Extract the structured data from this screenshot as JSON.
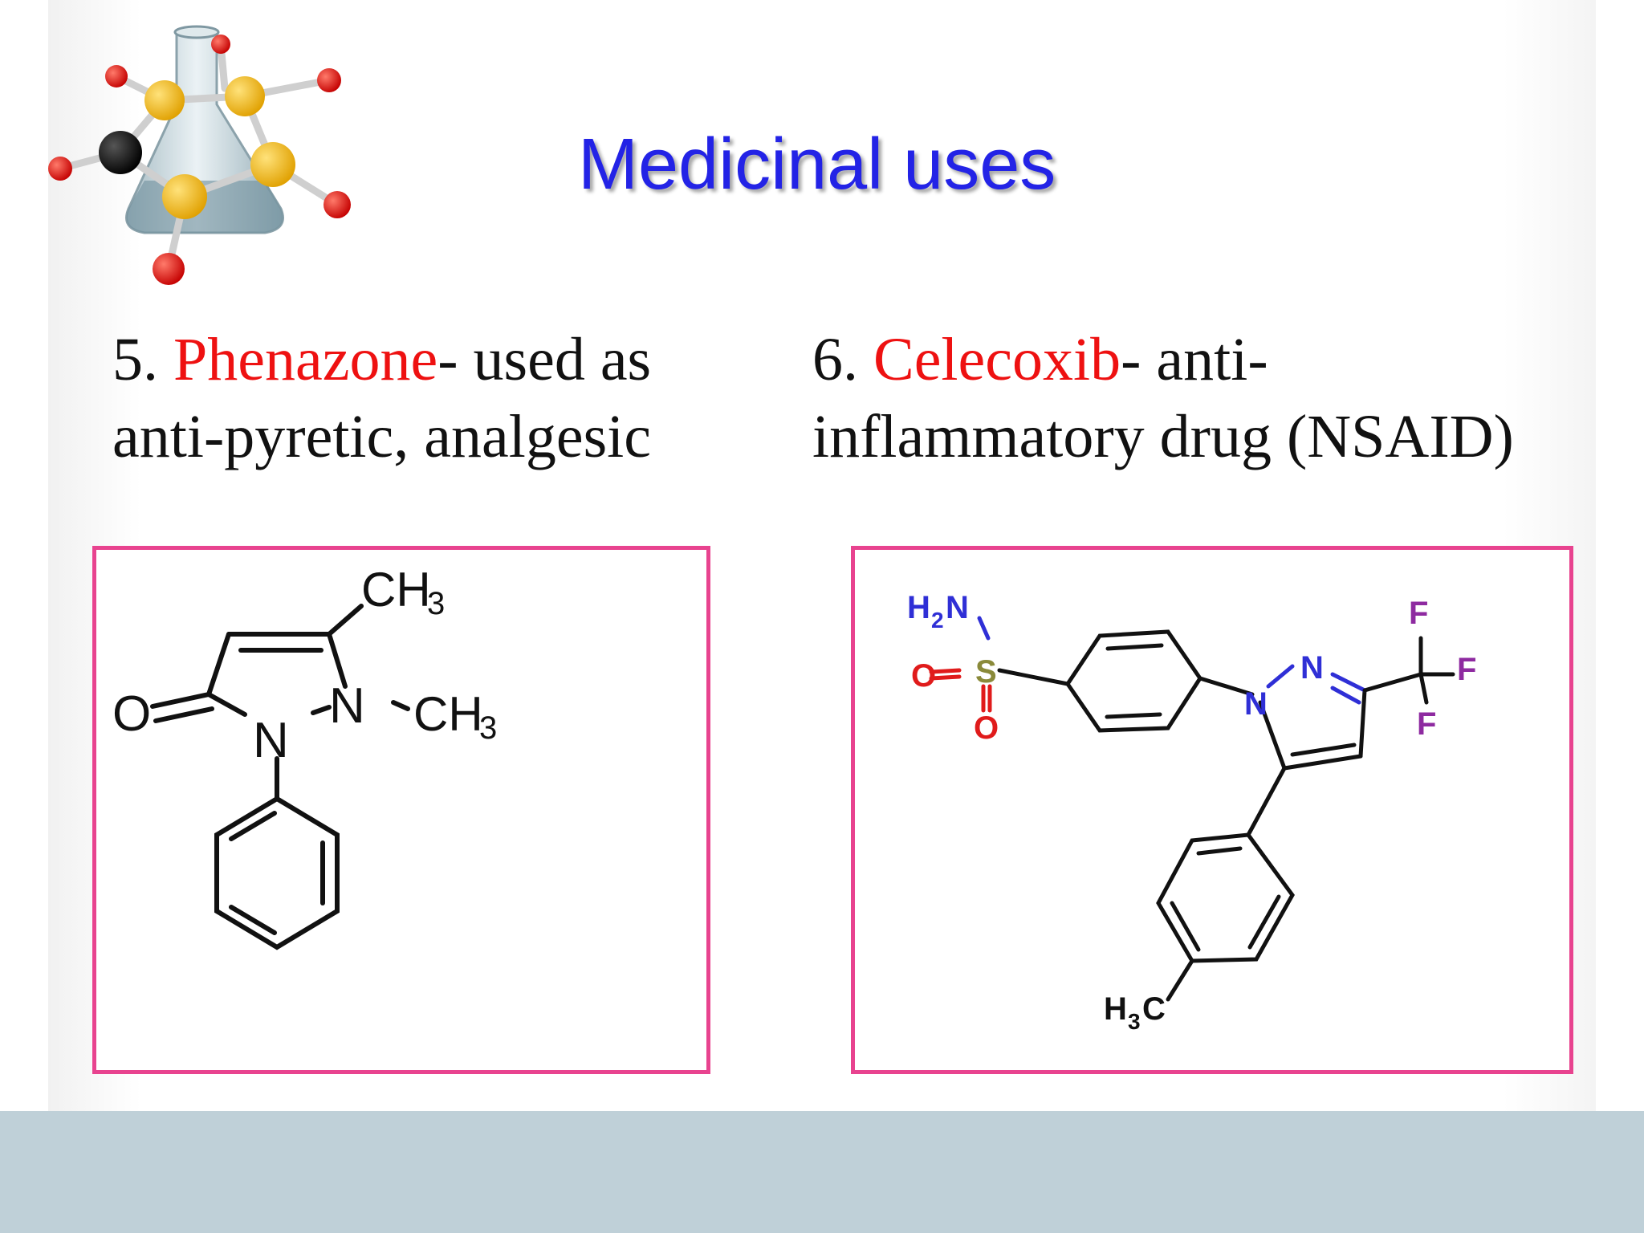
{
  "slide": {
    "title": "Medicinal uses"
  },
  "items": [
    {
      "number": "5.",
      "drug": "Phenazone",
      "line1_rest": "- used as",
      "line2": "anti-pyretic, analgesic",
      "structure": {
        "atoms": {
          "ch3_top": "CH",
          "ch3_right": "CH",
          "sub3": "3",
          "n1": "N",
          "n2": "N",
          "oxygen": "O"
        }
      }
    },
    {
      "number": "6.",
      "drug": "Celecoxib",
      "line1_rest": "- anti-",
      "line2": "inflammatory drug (NSAID)",
      "structure": {
        "atoms": {
          "h": "H",
          "h2_sub": "2",
          "n_amine": "N",
          "s": "S",
          "o": "O",
          "n_ring1": "N",
          "n_ring2": "N",
          "f": "F",
          "h3_sub": "3",
          "c": "C"
        }
      }
    }
  ],
  "colors": {
    "title": "#2323e6",
    "drug_name": "#ee1111",
    "frame_border": "#e8438f",
    "footer_band": "#bfd0d8",
    "atom_nitrogen": "#2f2fd6",
    "atom_oxygen": "#e01b1b",
    "atom_sulfur": "#8a8a3a",
    "atom_fluorine": "#8e2aa0"
  }
}
